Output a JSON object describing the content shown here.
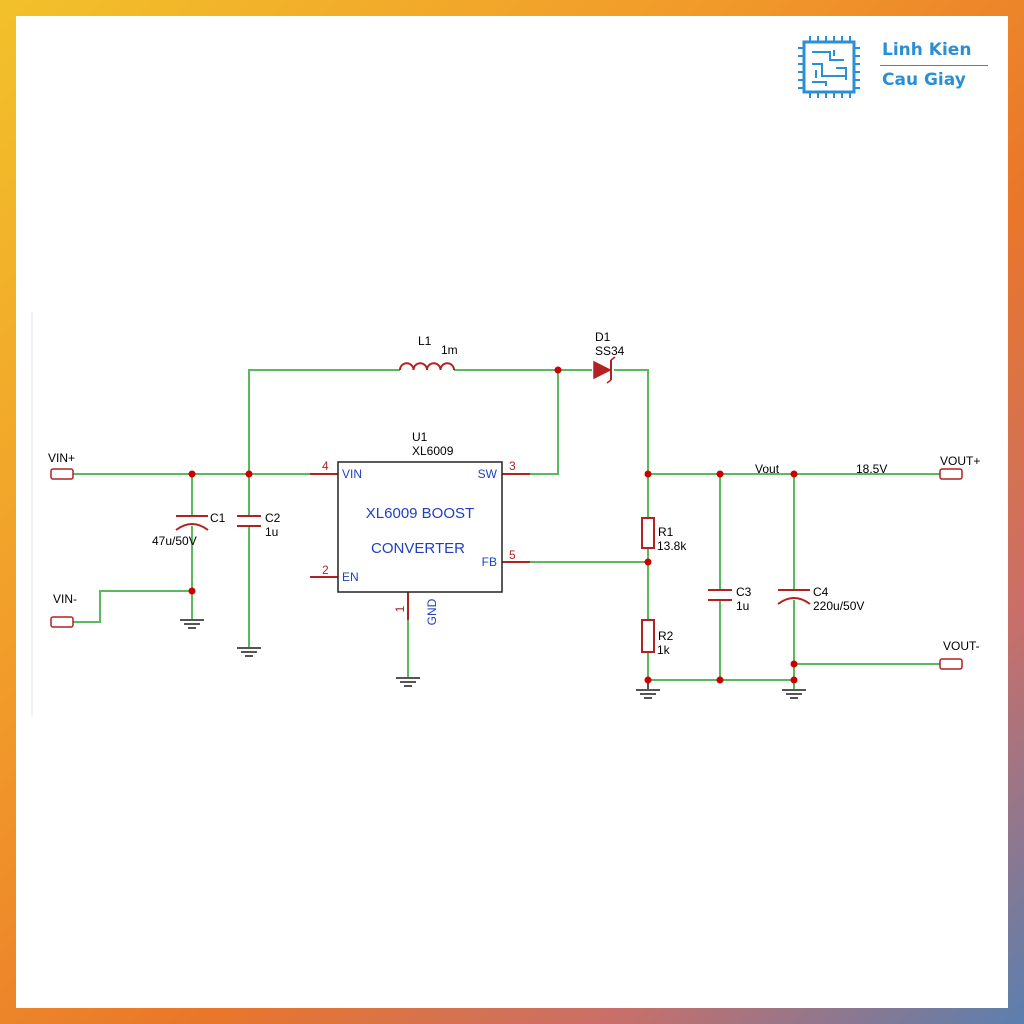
{
  "brand": {
    "line1": "Linh Kien",
    "line2": "Cau Giay",
    "logo_icon": "circuit-chip-icon",
    "color": "#2b8fd6"
  },
  "colors": {
    "wire": "#5cb85c",
    "component": "#b22222",
    "junction": "#cc0000",
    "label": "#000000",
    "ic_text": "#1f3fbf",
    "pin_num": "#b22222"
  },
  "schematic": {
    "ports": {
      "vin_plus": "VIN+",
      "vin_minus": "VIN-",
      "vout_plus": "VOUT+",
      "vout_minus": "VOUT-"
    },
    "ic": {
      "ref": "U1",
      "part": "XL6009",
      "title_line1": "XL6009 BOOST",
      "title_line2": "CONVERTER",
      "pins": {
        "vin": {
          "num": "4",
          "name": "VIN"
        },
        "sw": {
          "num": "3",
          "name": "SW"
        },
        "en": {
          "num": "2",
          "name": "EN"
        },
        "fb": {
          "num": "5",
          "name": "FB"
        },
        "gnd": {
          "num": "1",
          "name": "GND"
        }
      }
    },
    "inductor": {
      "ref": "L1",
      "value": "1m"
    },
    "diode": {
      "ref": "D1",
      "value": "SS34"
    },
    "c1": {
      "ref": "C1",
      "value": "47u/50V"
    },
    "c2": {
      "ref": "C2",
      "value": "1u"
    },
    "c3": {
      "ref": "C3",
      "value": "1u"
    },
    "c4": {
      "ref": "C4",
      "value": "220u/50V"
    },
    "r1": {
      "ref": "R1",
      "value": "13.8k"
    },
    "r2": {
      "ref": "R2",
      "value": "1k"
    },
    "net_vout": "Vout",
    "net_voltage": "18.5V"
  }
}
